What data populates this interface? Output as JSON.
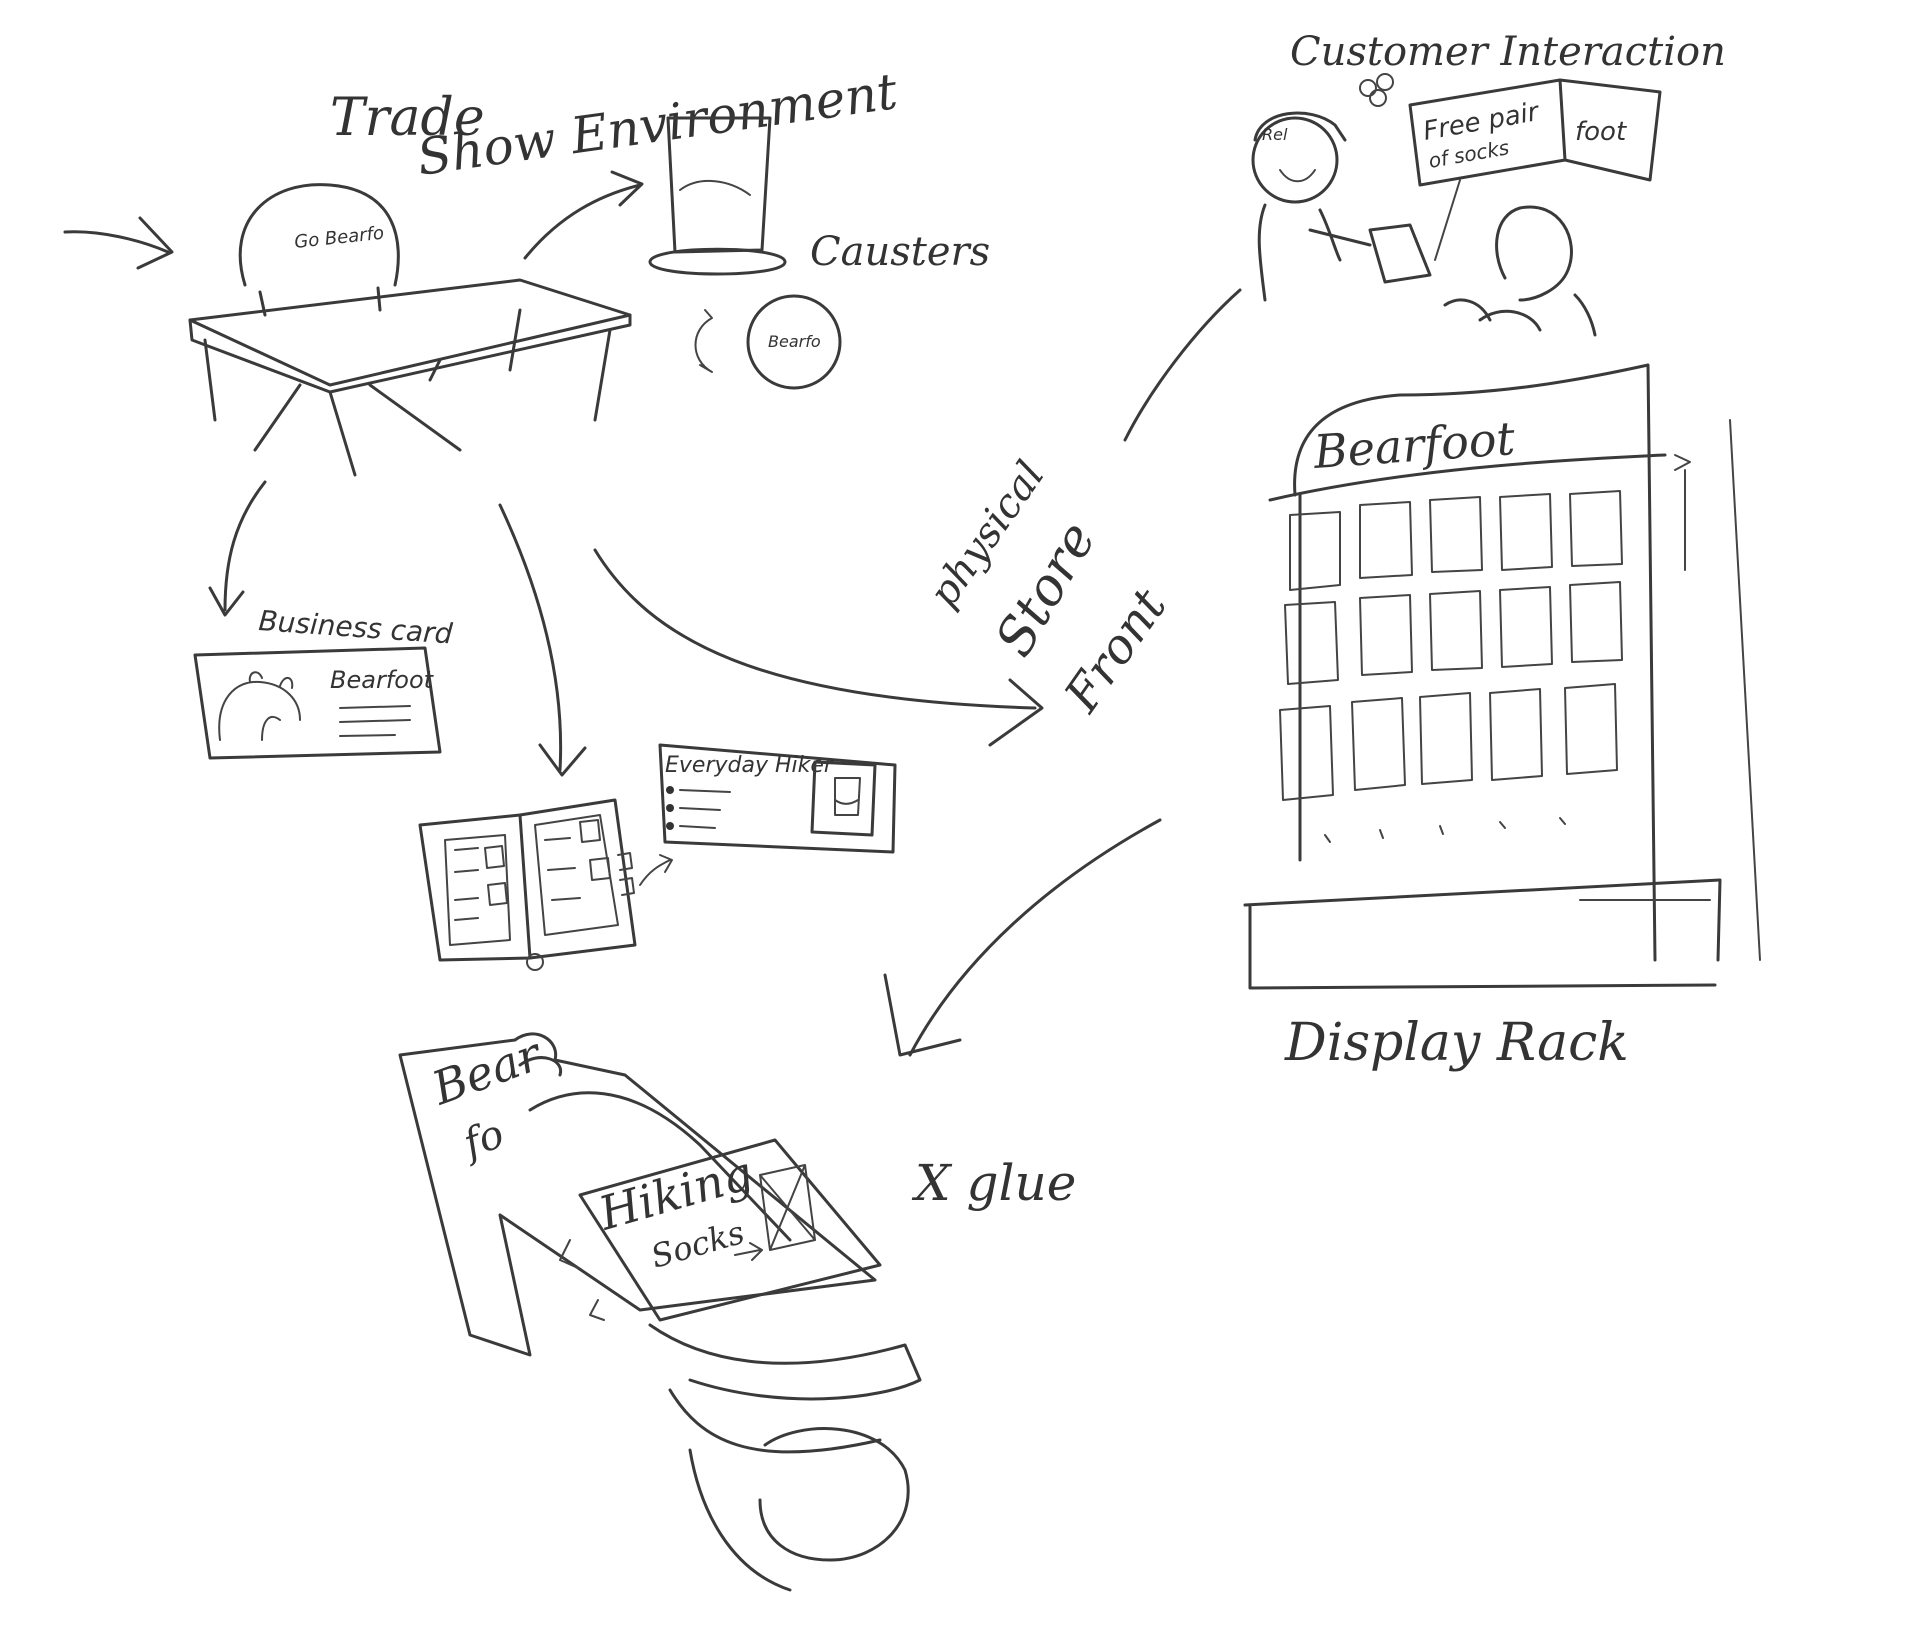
{
  "colors": {
    "ink": "#3a3a3a",
    "paper": "#ffffff"
  },
  "sections": {
    "trade_show": {
      "title_line1": "Trade",
      "title_line2": "Show Environment",
      "chair_text": "Go Bearfo",
      "coasters_label": "Causters",
      "coaster_text": "Bearfo"
    },
    "business_card": {
      "label": "Business card",
      "brand": "Bearfoot"
    },
    "catalog": {
      "page_title": "Everyday Hiker"
    },
    "store_front": {
      "label_line1": "physical",
      "label_line2": "Store",
      "label_line3": "Front"
    },
    "customer": {
      "title": "Customer Interaction",
      "cap_text": "Rel",
      "sign_line1": "Free pair",
      "sign_line2": "of socks",
      "sign_side": "foot"
    },
    "display_rack": {
      "brand": "Bearfoot",
      "label": "Display Rack"
    },
    "packaging": {
      "brand_line1": "Bear",
      "brand_line2": "fo",
      "product_line1": "Hiking",
      "product_line2": "Socks",
      "note": "X glue"
    }
  }
}
